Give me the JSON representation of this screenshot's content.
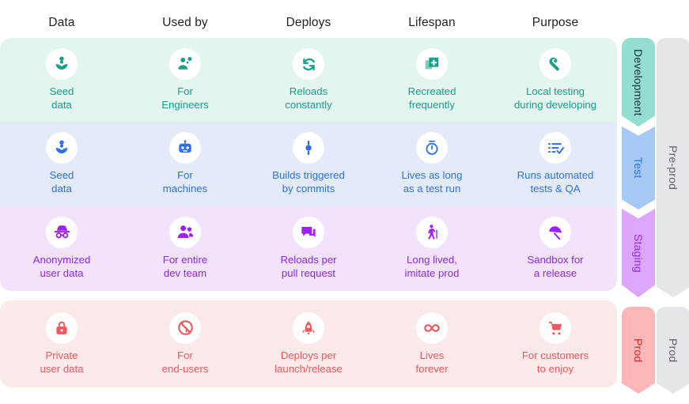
{
  "header": {
    "columns": [
      "Data",
      "Used by",
      "Deploys",
      "Lifespan",
      "Purpose"
    ]
  },
  "colors": {
    "dev_bg": "#e2f5ef",
    "dev_fg": "#18a089",
    "dev_ribbon": "#93ded0",
    "dev_ribbon_text": "#16352f",
    "test_bg": "#e3ebfa",
    "test_fg": "#2d6ff0",
    "test_ribbon": "#a6c8f5",
    "test_ribbon_text": "#2d6ff0",
    "staging_bg": "#f3e2fc",
    "staging_fg": "#8a2be8",
    "staging_ribbon": "#dda6fa",
    "staging_ribbon_text": "#8a2be8",
    "prod_bg": "#fce9e9",
    "prod_fg": "#f2585b",
    "prod_ribbon": "#fbb7b7",
    "prod_ribbon_text": "#d92b2b",
    "group_bg": "#e4e6e9",
    "group_fg": "#5f6368",
    "badge_bg": "#ffffff",
    "header_text": "#1f2124"
  },
  "rows": [
    {
      "stage": "Development",
      "cells": [
        {
          "icon": "seedling-icon",
          "label": "Seed\ndata"
        },
        {
          "icon": "engineer-icon",
          "label": "For\nEngineers"
        },
        {
          "icon": "refresh-icon",
          "label": "Reloads\nconstantly"
        },
        {
          "icon": "add-copy-icon",
          "label": "Recreated\nfrequently"
        },
        {
          "icon": "wrench-icon",
          "label": "Local testing\nduring developing"
        }
      ]
    },
    {
      "stage": "Test",
      "cells": [
        {
          "icon": "seedling-icon",
          "label": "Seed\ndata"
        },
        {
          "icon": "robot-icon",
          "label": "For\nmachines"
        },
        {
          "icon": "commit-icon",
          "label": "Builds triggered\nby commits"
        },
        {
          "icon": "stopwatch-icon",
          "label": "Lives as long\nas a test run"
        },
        {
          "icon": "checklist-icon",
          "label": "Runs automated\ntests & QA"
        }
      ]
    },
    {
      "stage": "Staging",
      "cells": [
        {
          "icon": "incognito-icon",
          "label": "Anonymized\nuser data"
        },
        {
          "icon": "people-group-icon",
          "label": "For entire\ndev team"
        },
        {
          "icon": "chat-bubbles-icon",
          "label": "Reloads per\npull request"
        },
        {
          "icon": "elderly-walk-icon",
          "label": "Long lived,\nimitate prod"
        },
        {
          "icon": "umbrella-icon",
          "label": "Sandbox for\na release"
        }
      ]
    },
    {
      "stage": "Prod",
      "cells": [
        {
          "icon": "lock-icon",
          "label": "Private\nuser data"
        },
        {
          "icon": "globe-block-icon",
          "label": "For\nend-users"
        },
        {
          "icon": "rocket-icon",
          "label": "Deploys per\nlaunch/release"
        },
        {
          "icon": "infinity-icon",
          "label": "Lives\nforever"
        },
        {
          "icon": "shopping-cart-icon",
          "label": "For customers\nto enjoy"
        }
      ]
    }
  ],
  "ribbons": [
    {
      "label": "Development"
    },
    {
      "label": "Test"
    },
    {
      "label": "Staging"
    },
    {
      "label": "Prod"
    }
  ],
  "groups": [
    {
      "label": "Pre-prod"
    },
    {
      "label": "Prod"
    }
  ]
}
